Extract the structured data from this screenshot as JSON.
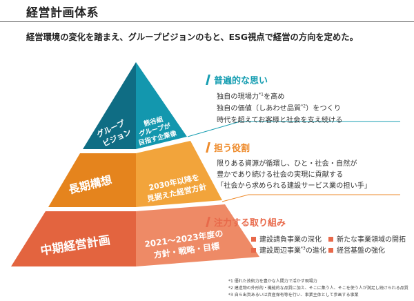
{
  "header": {
    "title": "経営計画体系",
    "lead": "経営環境の変化を踏まえ、グループビジョンのもと、ESG視点で経営の方向を定めた。"
  },
  "colors": {
    "tier1_left": "#0f6d84",
    "tier1_right": "#1397ae",
    "tier2_left": "#e5841d",
    "tier2_right": "#f2a43b",
    "tier3_left": "#e3643f",
    "tier3_right": "#ee8a66",
    "teal_accent": "#159db1",
    "orange_accent": "#ee8a2a",
    "coral_accent": "#e8694a"
  },
  "pyramid": {
    "tier1": {
      "left_label": [
        "グループ",
        "ビジョン"
      ],
      "right_label": [
        "熊谷組",
        "グループが",
        "目指す企業像"
      ]
    },
    "tier2": {
      "left_label": "長期構想",
      "right_label": [
        "2030年以降を",
        "見据えた経営方針"
      ]
    },
    "tier3": {
      "left_label": "中期経営計画",
      "right_label": [
        "2021～2023年度の",
        "方針・戦略・目標"
      ]
    }
  },
  "sections": {
    "universal": {
      "title": "普遍的な思い",
      "line1_a": "独自の現場力",
      "line1_sup": "*1",
      "line1_b": "を高め",
      "line2_a": "独自の価値（しあわせ品質",
      "line2_sup": "*2",
      "line2_b": "）をつくり",
      "line3": "時代を超えてお客様と社会を支え続ける"
    },
    "role": {
      "title": "担う役割",
      "line1": "限りある資源が循環し、ひと・社会・自然が",
      "line2": "豊かであり続ける社会の実現に貢献する",
      "line3": "「社会から求められる建設サービス業の担い手」"
    },
    "focus": {
      "title": "注力する取り組み",
      "items": [
        "建設請負事業の深化",
        "新たな事業領域の開拓",
        "建設周辺事業",
        "の進化",
        "経営基盤の強化"
      ],
      "item3_sup": "*3"
    }
  },
  "footnotes": [
    "*1 優れた技術力を豊かな人間力で活かす現場力",
    "*2 建造物の外形的・機能的な品質に加え、そこに集う人、そこを使う人が満足し続けられる品質",
    "*3 自ら出資あるいは資産保有等を行い、事業主体として参画する事業"
  ]
}
